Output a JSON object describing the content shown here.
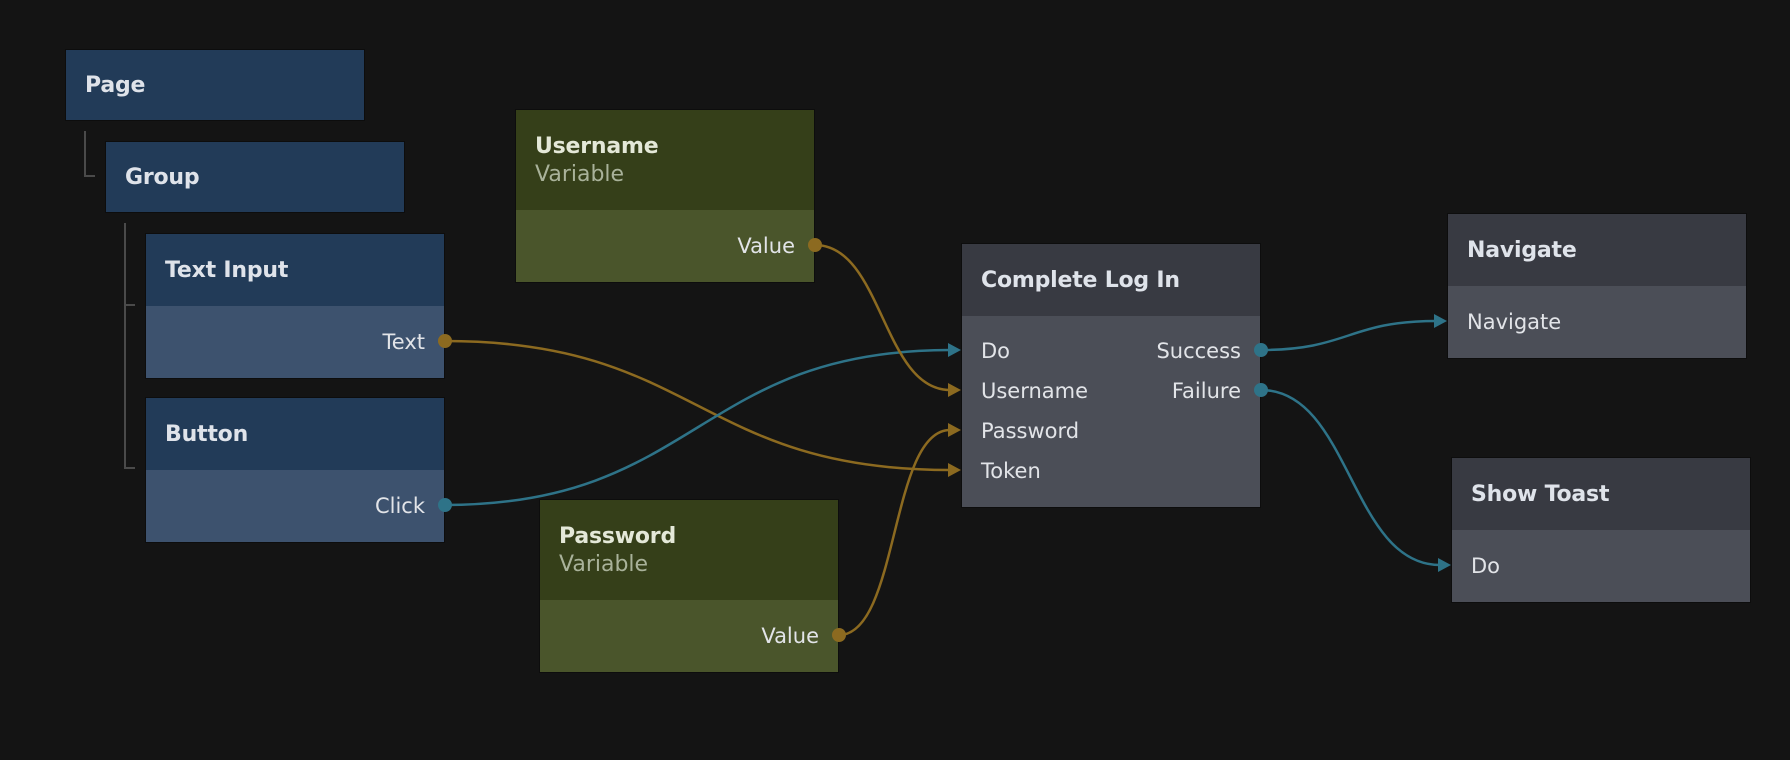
{
  "colors": {
    "background": "#141414",
    "signal_wire": "#2e7388",
    "data_wire": "#8c6a20"
  },
  "nodes": {
    "page": {
      "title": "Page"
    },
    "group": {
      "title": "Group"
    },
    "text_input": {
      "title": "Text Input",
      "outputs": [
        "Text"
      ]
    },
    "button": {
      "title": "Button",
      "outputs": [
        "Click"
      ]
    },
    "username_var": {
      "title": "Username",
      "subtitle": "Variable",
      "outputs": [
        "Value"
      ]
    },
    "password_var": {
      "title": "Password",
      "subtitle": "Variable",
      "outputs": [
        "Value"
      ]
    },
    "complete_login": {
      "title": "Complete Log In",
      "inputs": [
        "Do",
        "Username",
        "Password",
        "Token"
      ],
      "outputs": [
        "Success",
        "Failure"
      ]
    },
    "navigate": {
      "title": "Navigate",
      "inputs": [
        "Navigate"
      ]
    },
    "show_toast": {
      "title": "Show Toast",
      "inputs": [
        "Do"
      ]
    }
  },
  "connections": [
    {
      "from": "text_input.Text",
      "to": "complete_login.Token",
      "kind": "data"
    },
    {
      "from": "button.Click",
      "to": "complete_login.Do",
      "kind": "signal"
    },
    {
      "from": "username_var.Value",
      "to": "complete_login.Username",
      "kind": "data"
    },
    {
      "from": "password_var.Value",
      "to": "complete_login.Password",
      "kind": "data"
    },
    {
      "from": "complete_login.Success",
      "to": "navigate.Navigate",
      "kind": "signal"
    },
    {
      "from": "complete_login.Failure",
      "to": "show_toast.Do",
      "kind": "signal"
    }
  ]
}
